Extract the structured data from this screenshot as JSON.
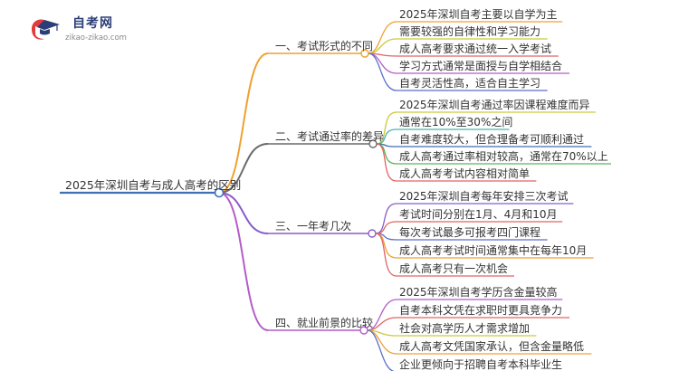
{
  "logo": {
    "title": "自考网",
    "url": "zikao-zikao.com"
  },
  "root": {
    "label": "2025年深圳自考与成人高考的区别",
    "color": "#3f6fb5"
  },
  "branches": [
    {
      "label": "一、考试形式的不同",
      "color": "#f0a030",
      "leaves": [
        {
          "text": "2025年深圳自考主要以自学为主",
          "color": "#f0a030"
        },
        {
          "text": "需要较强的自律性和学习能力",
          "color": "#c9c93a"
        },
        {
          "text": "成人高考要求通过统一入学考试",
          "color": "#e06363"
        },
        {
          "text": "学习方式通常是面授与自学相结合",
          "color": "#b45cc9"
        },
        {
          "text": "自考灵活性高，适合自主学习",
          "color": "#5c6ec9"
        }
      ]
    },
    {
      "label": "二、考试通过率的差异",
      "color": "#6a6a6a",
      "leaves": [
        {
          "text": "2025年深圳自考通过率因课程难度而异",
          "color": "#c9c93a"
        },
        {
          "text": "通常在10%至30%之间",
          "color": "#4ab3b3"
        },
        {
          "text": "自考难度较大，但合理备考可顺利通过",
          "color": "#3f6fb5"
        },
        {
          "text": "成人高考通过率相对较高，通常在70%以上",
          "color": "#5cb35c"
        },
        {
          "text": "成人高考考试内容相对简单",
          "color": "#e06363"
        }
      ]
    },
    {
      "label": "三、一年考几次",
      "color": "#8a5cc9",
      "leaves": [
        {
          "text": "2025年深圳自考每年安排三次考试",
          "color": "#8a5cc9"
        },
        {
          "text": "考试时间分别在1月、4月和10月",
          "color": "#e06363"
        },
        {
          "text": "每次考试最多可报考四门课程",
          "color": "#5c6ec9"
        },
        {
          "text": "成人高考考试时间通常集中在每年10月",
          "color": "#f0a030"
        },
        {
          "text": "成人高考只有一次机会",
          "color": "#e06363"
        }
      ]
    },
    {
      "label": "四、就业前景的比较",
      "color": "#b45cc9",
      "leaves": [
        {
          "text": "2025年深圳自考学历含金量较高",
          "color": "#b45cc9"
        },
        {
          "text": "自考本科文凭在求职时更具竞争力",
          "color": "#e06363"
        },
        {
          "text": "社会对高学历人才需求增加",
          "color": "#c9c93a"
        },
        {
          "text": "成人高考文凭国家承认，但含金量略低",
          "color": "#f0a030"
        },
        {
          "text": "企业更倾向于招聘自考本科毕业生",
          "color": "#5c6ec9"
        }
      ]
    }
  ]
}
